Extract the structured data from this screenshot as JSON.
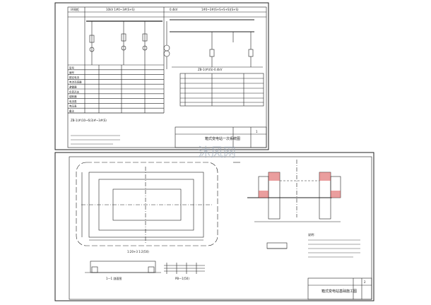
{
  "top_sheet": {
    "header_left": "环网柜",
    "header_mid": "10kV 1#0~3#(S+S)",
    "header_right": "0.4kV",
    "header_right2": "1#0~3#(S+S+S+S)(S+S)",
    "rows_left": [
      "型号",
      "编号",
      "额定电流",
      "电流互感器",
      "避雷器",
      "负荷开关",
      "熔断器",
      "电流表",
      "电压表",
      "备注"
    ],
    "caption_left": "ZB-1(#)10~6(3)#~3#(S)",
    "caption_mid": "ZB-1(#)(S)-0.4kV",
    "title_block": "箱式变电站一次系统图",
    "sheet_no": "1"
  },
  "bottom_sheet": {
    "plan_caption": "1:20+3 1:2(50)",
    "section_caption": "1—1 剖面图",
    "section_caption2": "PB—1(50)",
    "title_block": "箱式变电站基础施工图",
    "sheet_no": "2",
    "notes_title": "说明："
  },
  "watermark": "沐风网"
}
